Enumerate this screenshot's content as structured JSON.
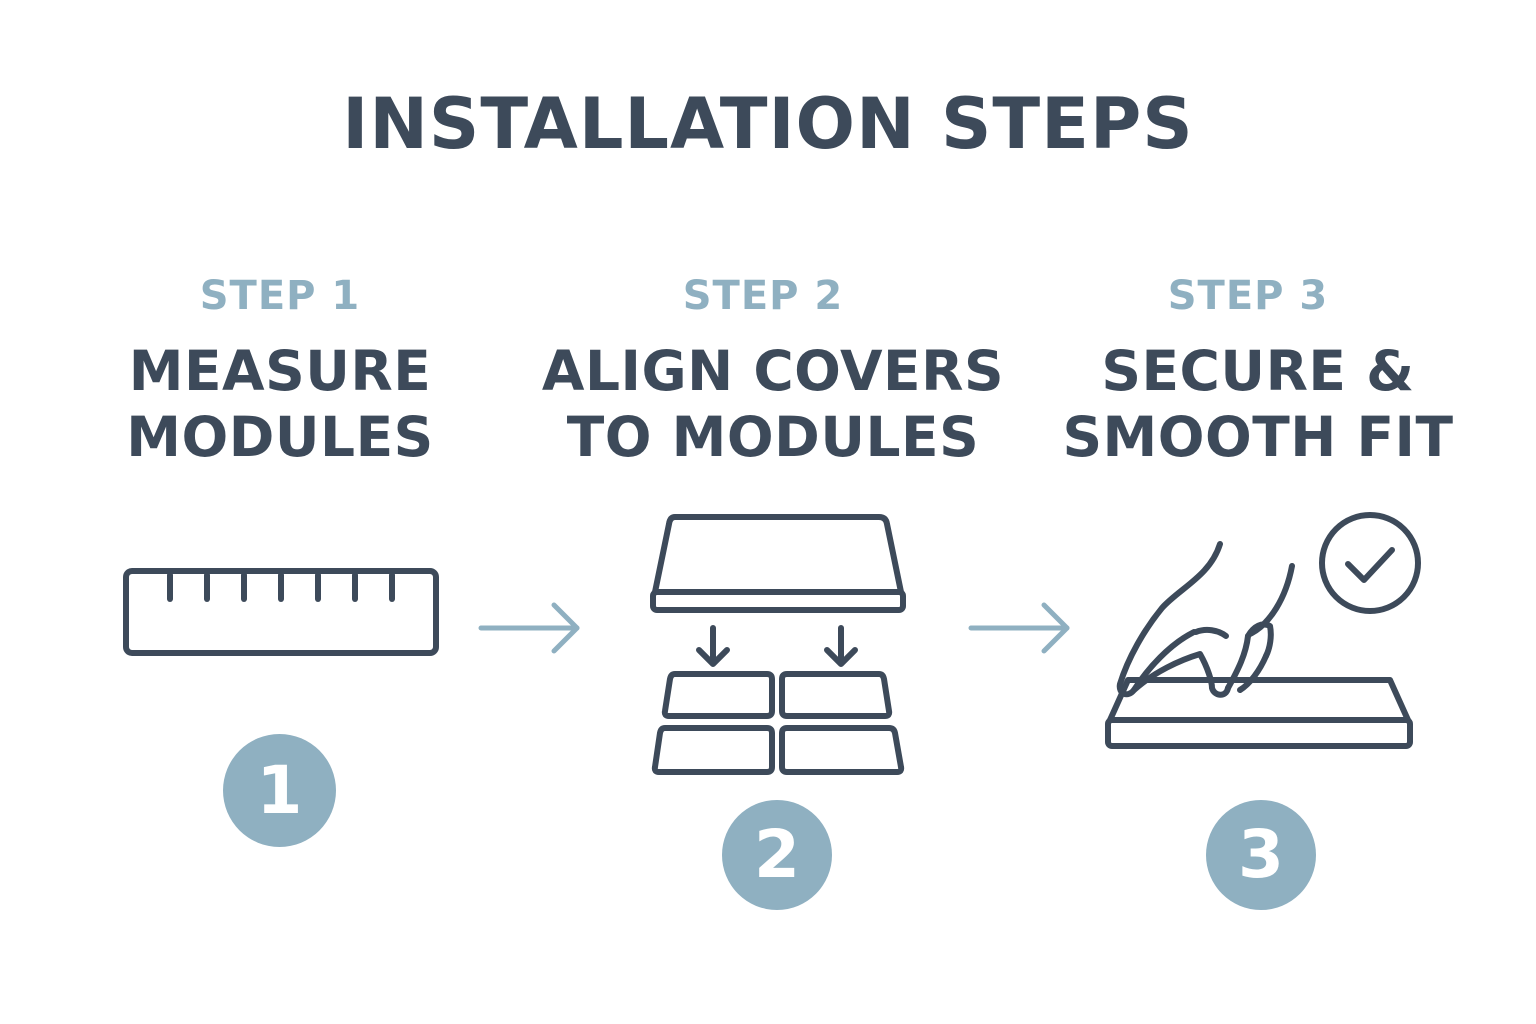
{
  "title": "INSTALLATION STEPS",
  "colors": {
    "heading": "#3d4a5a",
    "accent": "#8fb0c1",
    "background": "#ffffff"
  },
  "steps": [
    {
      "label": "STEP 1",
      "name_lines": [
        "MEASURE",
        "MODULES"
      ],
      "number": "1",
      "icon": "ruler-icon"
    },
    {
      "label": "STEP 2",
      "name_lines": [
        "ALIGN COVERS",
        "TO MODULES"
      ],
      "number": "2",
      "icon": "align-covers-icon"
    },
    {
      "label": "STEP 3",
      "name_lines": [
        "SECURE &",
        "SMOOTH FIT"
      ],
      "number": "3",
      "icon": "hand-press-icon"
    }
  ],
  "connectors": [
    "arrow-right-icon",
    "arrow-right-icon"
  ]
}
